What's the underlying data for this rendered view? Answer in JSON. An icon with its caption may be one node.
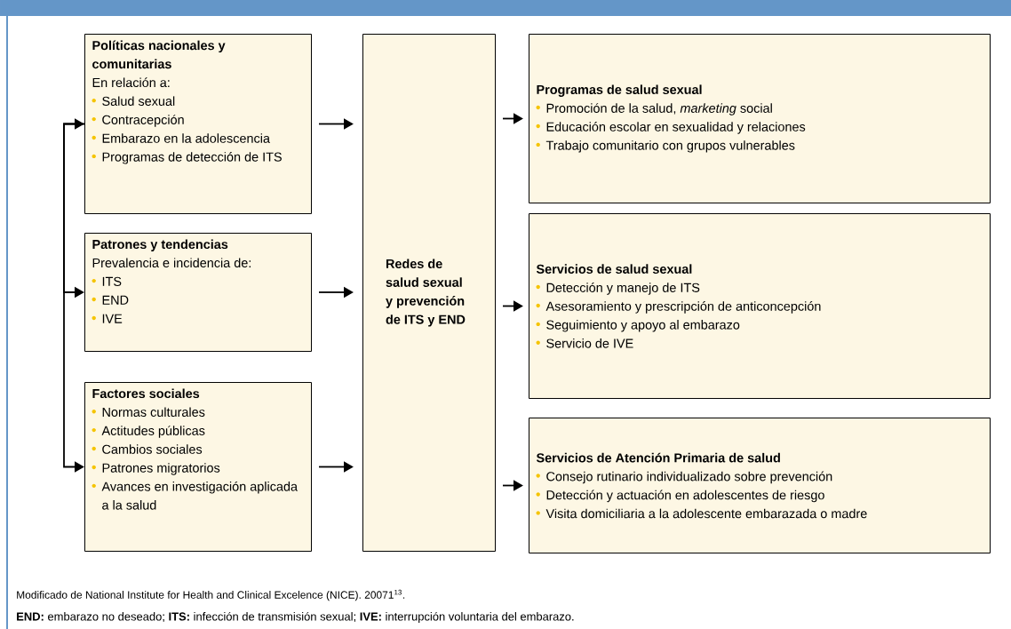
{
  "diagram": {
    "caption": "Modificado de National Institute for Health and Clinical Excelence (NICE). 20071$^{13}$.",
    "nodes": [
      {
        "text": [
          "Políticas nacionales y comunitarias",
          "En relación a:",
          "Salud sexual",
          "Contracepción",
          "Embarazo en la adolescencia",
          "Programas de detección de ITS"
        ]
      },
      {
        "text": [
          "Patrones y tendencias",
          "Prevalencia e incidencia de:",
          "ITS",
          "END",
          "IVE"
        ]
      },
      {
        "text": [
          "Factores sociales",
          "Normas culturales",
          "Actitudes públicas",
          "Cambios sociales",
          "Patrones migratorios",
          "Avances en investigación aplicada a la salud"
        ]
      },
      {
        "text": [
          "Redes de salud sexual y prevención de ITS y END"
        ]
      },
      {
        "text": [
          "Programas de salud sexual",
          "Promoción de la salud, *marketing* social",
          "Educación escolar en sexualidad y relaciones",
          "Trabajo comunitario con grupos vulnerables"
        ]
      },
      {
        "text": [
          "Servicios de salud sexual",
          "Detección y manejo de ITS",
          "Asesoramiento y prescripción de anticoncepción",
          "Seguimiento y apoyo al embarazo",
          "Servicio de IVE"
        ]
      },
      {
        "text": [
          "Servicios de Atención Primaria de salud",
          "Consejo rutinario individualizado sobre prevención",
          "Detección y actuación en adolescentes de riesgo",
          "Visita domiciliaria a la adolescente embarazada o madre"
        ]
      }
    ],
    "edges": [
      {
        "from": 0,
        "to": 3,
        "arrow": "to"
      },
      {
        "from": 1,
        "to": 3,
        "arrow": "to"
      },
      {
        "from": 2,
        "to": 3,
        "arrow": "to"
      },
      {
        "from": 3,
        "to": 4,
        "arrow": "to"
      },
      {
        "from": 3,
        "to": 5,
        "arrow": "to"
      },
      {
        "from": 3,
        "to": 6,
        "arrow": "to"
      },
      {
        "from": 0,
        "to": 2,
        "arrow": "both"
      },
      {
        "from": 0,
        "to": 1,
        "arrow": "to"
      }
    ],
    "labels": [
      "**END:** embarazo no deseado; **ITS:** infección de transmisión sexual; **IVE:** interrupción voluntaria del embarazo."
    ]
  }
}
